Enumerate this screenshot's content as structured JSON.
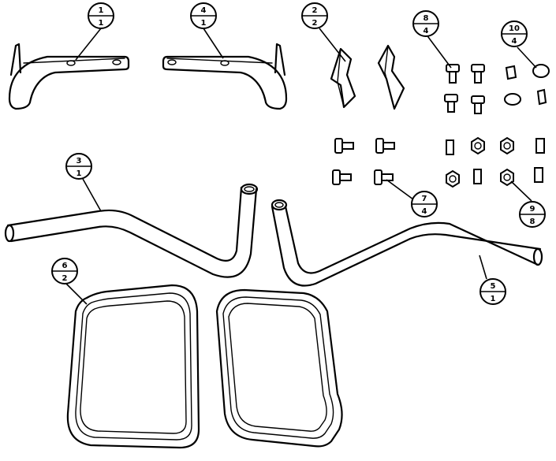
{
  "callouts": [
    {
      "id": "c1",
      "item": "1",
      "qty": "1"
    },
    {
      "id": "c4",
      "item": "4",
      "qty": "1"
    },
    {
      "id": "c2",
      "item": "2",
      "qty": "2"
    },
    {
      "id": "c8",
      "item": "8",
      "qty": "4"
    },
    {
      "id": "c10",
      "item": "10",
      "qty": "4"
    },
    {
      "id": "c3",
      "item": "3",
      "qty": "1"
    },
    {
      "id": "c7",
      "item": "7",
      "qty": "4"
    },
    {
      "id": "c9",
      "item": "9",
      "qty": "8"
    },
    {
      "id": "c6",
      "item": "6",
      "qty": "2"
    },
    {
      "id": "c5",
      "item": "5",
      "qty": "1"
    }
  ]
}
